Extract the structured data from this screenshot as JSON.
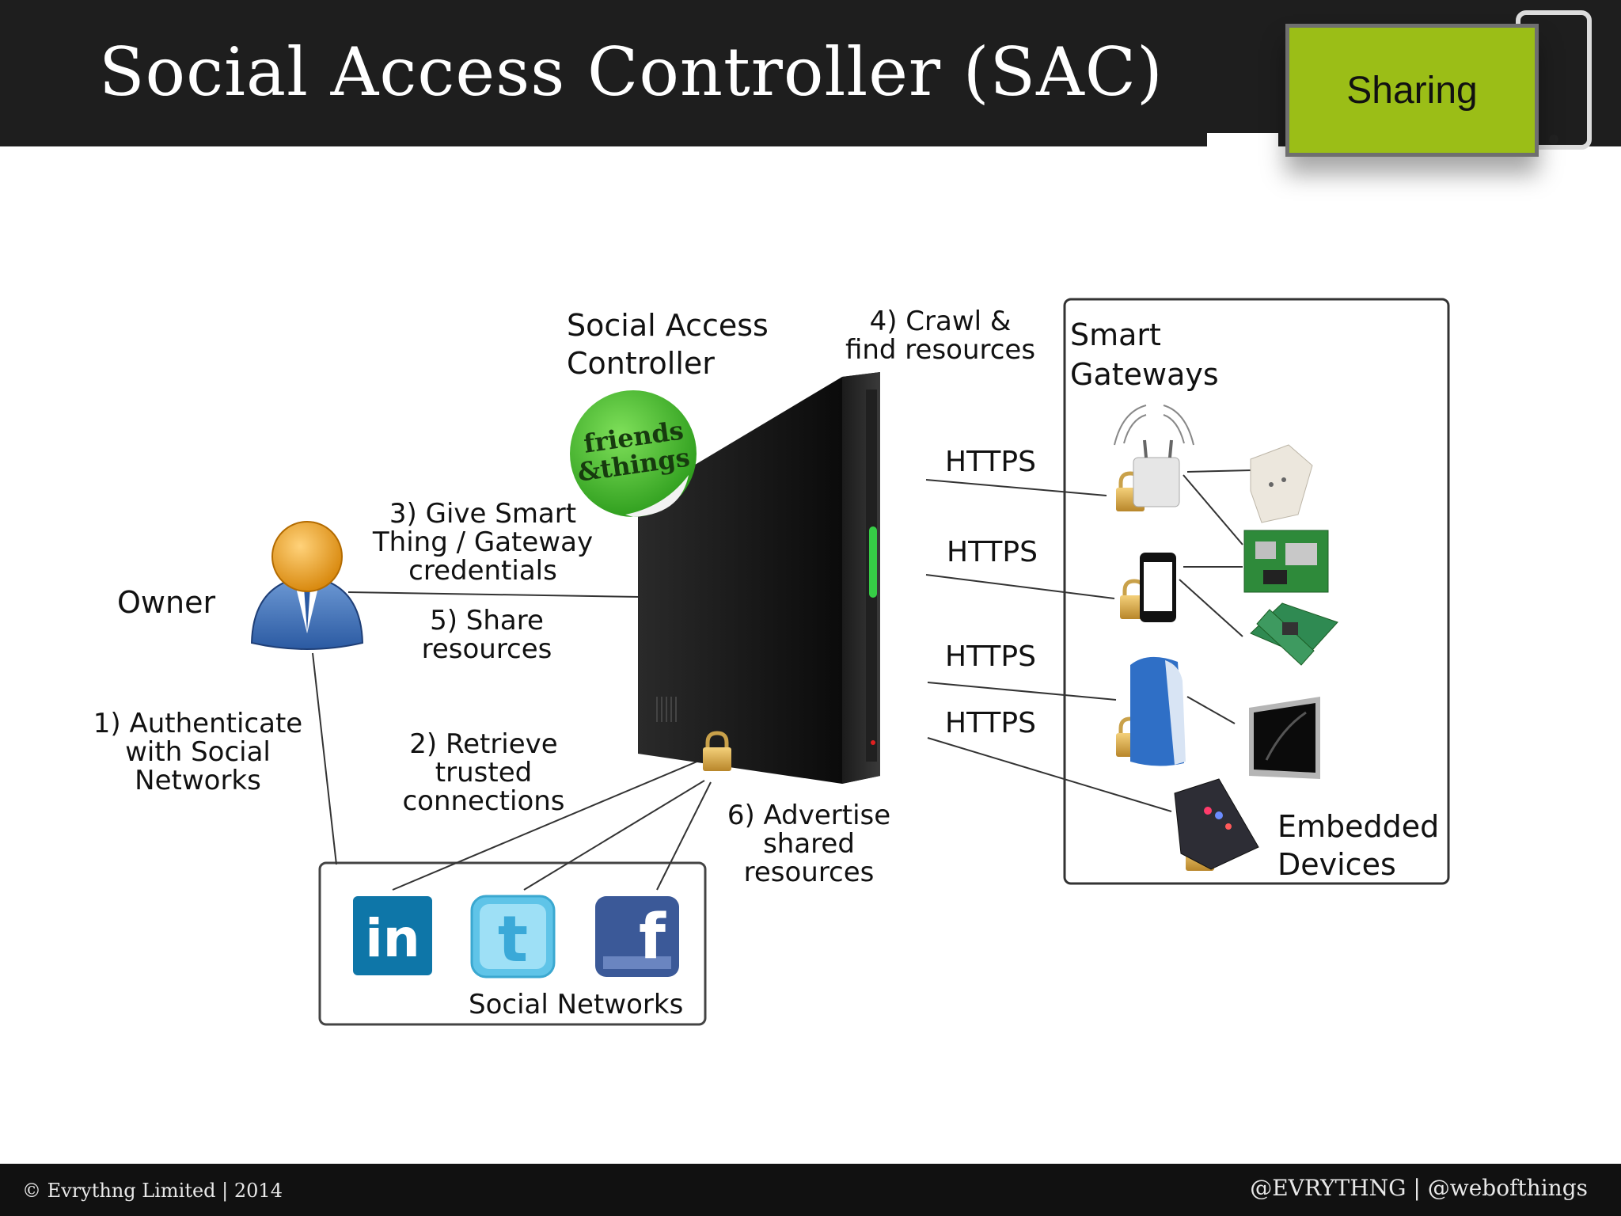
{
  "slide": {
    "title": "Social Access Controller (SAC)",
    "badge": "Sharing",
    "footer_left": "© Evrythng Limited | 2014",
    "footer_right": "@EVRYTHNG | @webofthings"
  },
  "diagram": {
    "owner_label": "Owner",
    "sac_label_line1": "Social Access",
    "sac_label_line2": "Controller",
    "sticker_line1": "friends",
    "sticker_line2": "&things",
    "step1": [
      "1) Authenticate",
      "with Social",
      "Networks"
    ],
    "step2": [
      "2) Retrieve",
      "trusted",
      "connections"
    ],
    "step3": [
      "3) Give Smart",
      "Thing / Gateway",
      "credentials"
    ],
    "step4": [
      "4) Crawl &",
      "find resources"
    ],
    "step5": [
      "5) Share",
      "resources"
    ],
    "step6": [
      "6) Advertise",
      "shared",
      "resources"
    ],
    "https": [
      "HTTPS",
      "HTTPS",
      "HTTPS",
      "HTTPS"
    ],
    "gateways_label": [
      "Smart",
      "Gateways"
    ],
    "embedded_label": [
      "Embedded",
      "Devices"
    ],
    "social_networks_label": "Social Networks",
    "social_icons": [
      "in",
      "t",
      "f"
    ]
  }
}
